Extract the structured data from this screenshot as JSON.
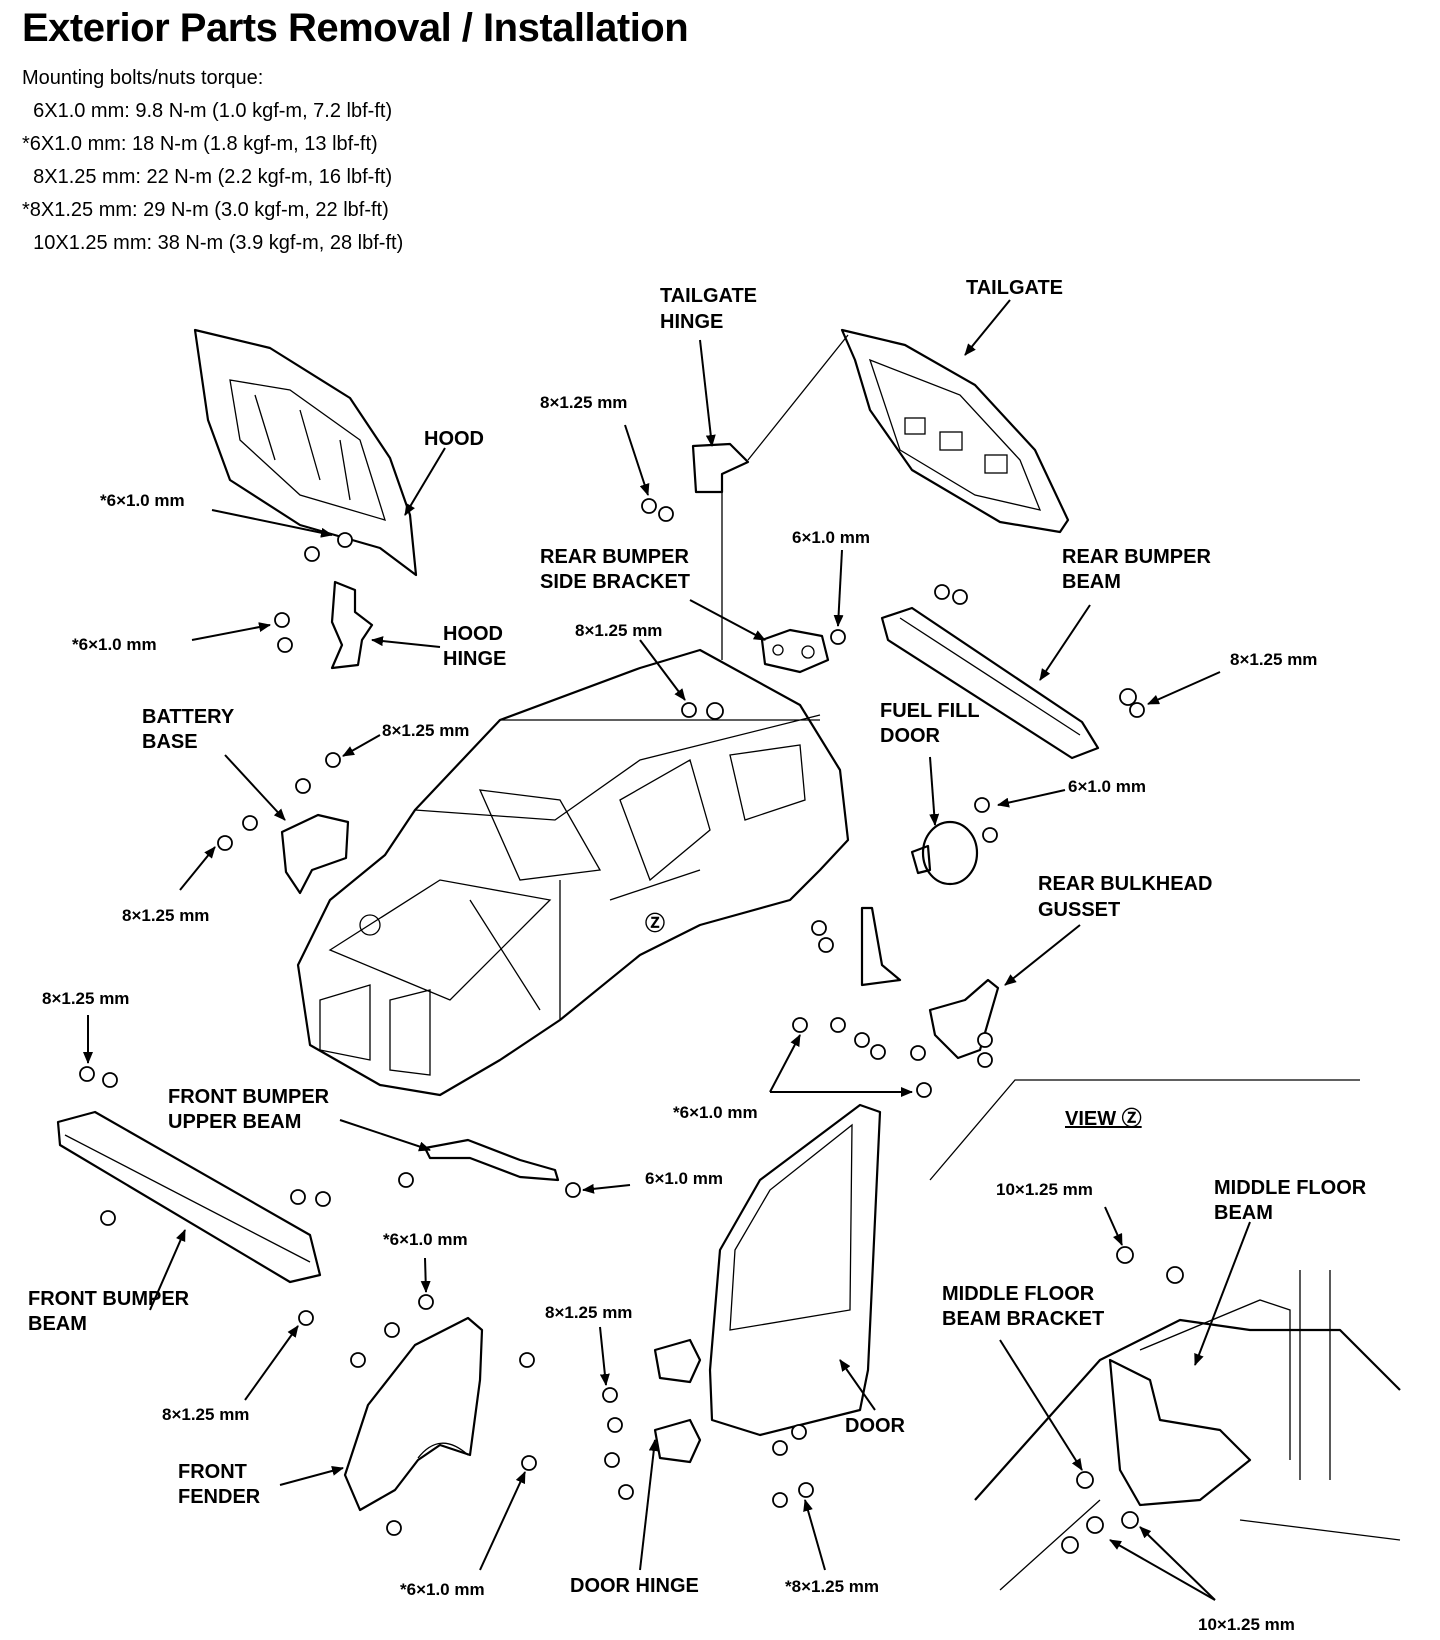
{
  "header": {
    "title": "Exterior Parts Removal / Installation",
    "intro": "Mounting bolts/nuts torque:",
    "torque_specs": [
      "  6X1.0 mm: 9.8 N-m (1.0 kgf-m, 7.2 lbf-ft)",
      "*6X1.0 mm: 18 N-m (1.8 kgf-m, 13 lbf-ft)",
      "  8X1.25 mm: 22 N-m (2.2 kgf-m, 16 lbf-ft)",
      "*8X1.25 mm: 29 N-m (3.0 kgf-m, 22 lbf-ft)",
      "  10X1.25 mm: 38 N-m (3.9 kgf-m, 28 lbf-ft)"
    ]
  },
  "parts": {
    "tailgate_hinge": [
      "TAILGATE",
      "HINGE"
    ],
    "tailgate": "TAILGATE",
    "hood": "HOOD",
    "hood_hinge": [
      "HOOD",
      "HINGE"
    ],
    "rear_bumper_side_bracket": [
      "REAR BUMPER",
      "SIDE BRACKET"
    ],
    "rear_bumper_beam": [
      "REAR BUMPER",
      "BEAM"
    ],
    "battery_base": [
      "BATTERY",
      "BASE"
    ],
    "fuel_fill_door": [
      "FUEL FILL",
      "DOOR"
    ],
    "rear_bulkhead_gusset": [
      "REAR BULKHEAD",
      "GUSSET"
    ],
    "front_bumper_upper_beam": [
      "FRONT BUMPER",
      "UPPER BEAM"
    ],
    "front_bumper_beam": [
      "FRONT BUMPER",
      "BEAM"
    ],
    "front_fender": [
      "FRONT",
      "FENDER"
    ],
    "door": "DOOR",
    "door_hinge": "DOOR HINGE",
    "middle_floor_beam": [
      "MIDDLE FLOOR",
      "BEAM"
    ],
    "middle_floor_beam_bracket": [
      "MIDDLE FLOOR",
      "BEAM BRACKET"
    ],
    "view_label": "VIEW Ⓩ",
    "view_marker": "Ⓩ"
  },
  "fasteners": {
    "tailgate_hinge_bolt": "8×1.25 mm",
    "hood_bolt_upper": "*6×1.0 mm",
    "hood_bolt_lower": "*6×1.0 mm",
    "side_bracket_nut": "6×1.0 mm",
    "roof_bolt": "8×1.25 mm",
    "rear_beam_nut": "8×1.25 mm",
    "battery_bolt_upper": "8×1.25 mm",
    "battery_bolt_lower": "8×1.25 mm",
    "fuel_door_bolt": "6×1.0 mm",
    "front_beam_bolt_upper": "8×1.25 mm",
    "gusset_bolt": "*6×1.0 mm",
    "upper_beam_bolt": "6×1.0 mm",
    "fender_bolt_upper": "*6×1.0 mm",
    "front_beam_bolt_lower": "8×1.25 mm",
    "door_hinge_bolt_upper": "8×1.25 mm",
    "fender_bolt_lower": "*6×1.0 mm",
    "door_hinge_bolt_lower": "*8×1.25 mm",
    "view_bolt_upper": "10×1.25 mm",
    "view_bolt_lower": "10×1.25 mm"
  }
}
